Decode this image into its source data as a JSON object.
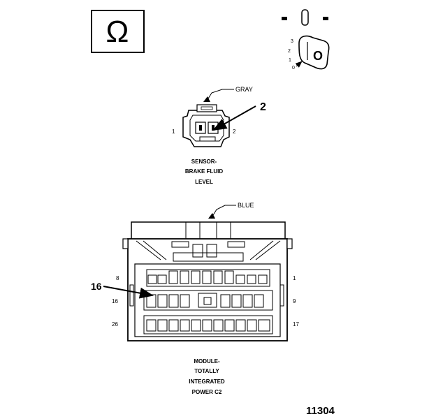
{
  "meter_symbol": {
    "glyph": "Ω"
  },
  "ignition_key": {
    "key_face": "O",
    "positions": [
      "3",
      "2",
      "1",
      "0"
    ]
  },
  "brake_fluid_sensor": {
    "wire_color": "GRAY",
    "callout_number": "2",
    "pin_left": "1",
    "pin_right": "2",
    "title_lines": [
      "SENSOR-",
      "BRAKE FLUID",
      "LEVEL"
    ]
  },
  "power_module_connector": {
    "wire_color": "BLUE",
    "callout_number": "16",
    "left_row_numbers": [
      "8",
      "16",
      "26"
    ],
    "right_row_numbers": [
      "1",
      "9",
      "17"
    ],
    "title_lines": [
      "MODULE-",
      "TOTALLY",
      "INTEGRATED",
      "POWER C2"
    ]
  },
  "figure_number": "11304"
}
